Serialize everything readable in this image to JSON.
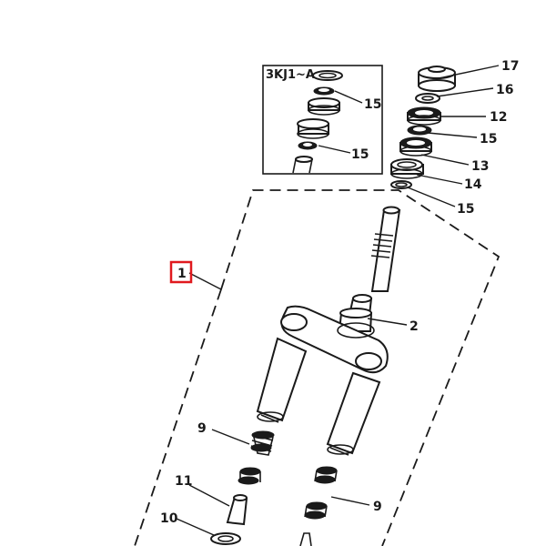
{
  "inset": {
    "title": "3KJ1~A",
    "labels": [
      "15",
      "15"
    ]
  },
  "callouts": {
    "p17": "17",
    "p16": "16",
    "p12": "12",
    "p15a": "15",
    "p13": "13",
    "p14": "14",
    "p15b": "15",
    "p2": "2",
    "p9a": "9",
    "p11": "11",
    "p10": "10",
    "p9b": "9",
    "p1": "1"
  },
  "highlight": {
    "color": "#e0191e",
    "target": "1"
  }
}
